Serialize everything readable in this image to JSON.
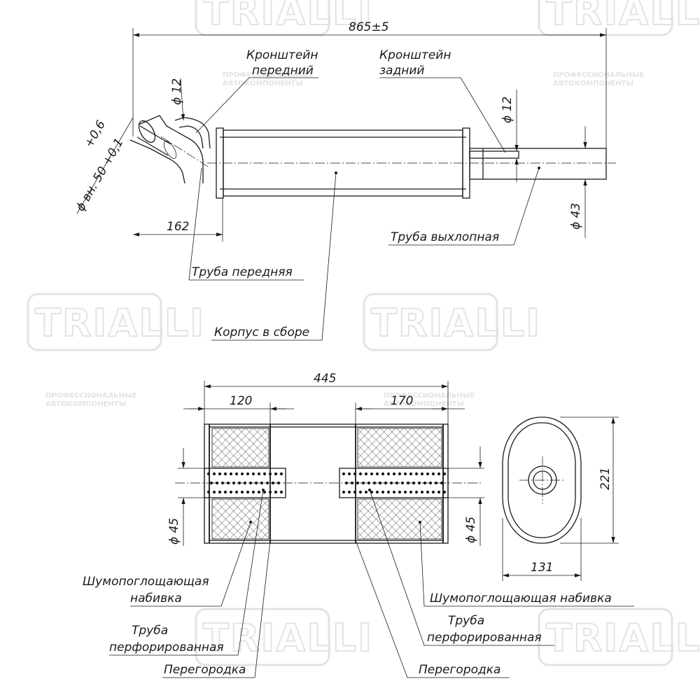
{
  "watermark": {
    "brand": "TRIALLI",
    "tagline_line1": "ПРОФЕССИОНАЛЬНЫЕ",
    "tagline_line2": "АВТОКОМПОНЕНТЫ"
  },
  "top_view": {
    "overall_length": "865±5",
    "front_offset": "162",
    "inlet_diameter": "ϕ вн. 50 +0,1",
    "inlet_tolerance": "+0,6",
    "front_bracket_diameter": "ϕ 12",
    "rear_bracket_diameter": "ϕ 12",
    "outlet_diameter": "ϕ 43",
    "labels": {
      "front_bracket_l1": "Кронштейн",
      "front_bracket_l2": "передний",
      "rear_bracket_l1": "Кронштейн",
      "rear_bracket_l2": "задний",
      "exhaust_pipe": "Труба выхлопная",
      "front_pipe": "Труба передняя",
      "body_assembly": "Корпус в сборе"
    }
  },
  "section_view": {
    "body_length": "445",
    "left_chamber": "120",
    "right_chamber": "170",
    "left_pipe_diameter": "ϕ 45",
    "right_pipe_diameter": "ϕ 45",
    "height": "221",
    "width": "131",
    "labels": {
      "packing_left_l1": "Шумопоглощающая",
      "packing_left_l2": "набивка",
      "perf_left_l1": "Труба",
      "perf_left_l2": "перфорированная",
      "baffle_left": "Перегородка",
      "packing_right": "Шумопоглощающая набивка",
      "perf_right_l1": "Труба",
      "perf_right_l2": "перфорированная",
      "baffle_right": "Перегородка"
    }
  }
}
